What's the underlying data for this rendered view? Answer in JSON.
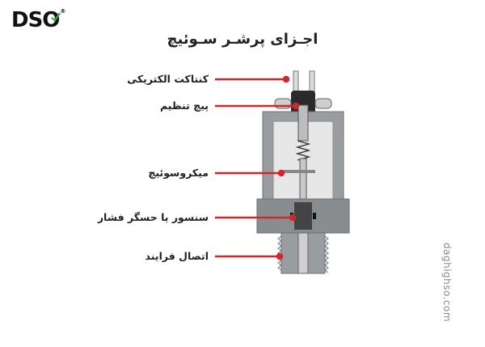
{
  "logo": {
    "text": "DSO",
    "reg": "®"
  },
  "title": "اجـزای پرشـر سـوئیچ",
  "labels": [
    "کنتاکت الکتریکی",
    "پیچ تنظیم",
    "میکروسوئیچ",
    "سنسور یا حسگر فشار",
    "اتصال فرایند"
  ],
  "watermark": "daghighso.com",
  "colors": {
    "pointer": "#d0262c",
    "body": "#8e9194",
    "accent_green": "#3aa339"
  }
}
